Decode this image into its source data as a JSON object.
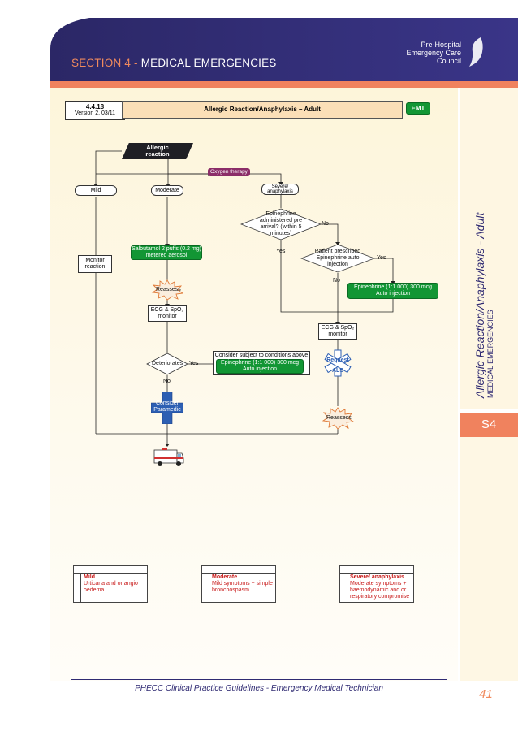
{
  "header": {
    "section_number": "SECTION 4",
    "section_separator": " - ",
    "section_name": "MEDICAL EMERGENCIES",
    "council_line1": "Pre-Hospital",
    "council_line2": "Emergency Care",
    "council_line3": "Council"
  },
  "cpg": {
    "number": "4.4.18",
    "version": "Version 2, 03/11",
    "title": "Allergic Reaction/Anaphylaxis – Adult",
    "level": "EMT"
  },
  "sidebar": {
    "category": "MEDICAL EMERGENCIES",
    "title": "Allergic Reaction/Anaphylaxis - Adult",
    "tab": "S4"
  },
  "flow": {
    "start": "Allergic reaction",
    "oxygen": "Oxygen therapy",
    "mild": "Mild",
    "moderate": "Moderate",
    "severe": "Severe/ anaphylaxis",
    "monitor": "Monitor reaction",
    "salbutamol": "Salbutamol 2 puffs (0.2 mg) metered aerosol",
    "reassess1": "Reassess",
    "ecg1": "ECG & SpO₂ monitor",
    "deteriorates": "Deteriorates",
    "yes1": "Yes",
    "no1": "No",
    "consider_cond": "Consider subject to conditions above",
    "epi_auto1": "Epinephrine (1:1 000) 300 mcg Auto injection",
    "consider_paramedic": "Consider Paramedic",
    "epi_question": "Epinephrine administered pre arrival? (within 5 minutes)",
    "no2": "No",
    "yes2": "Yes",
    "patient_prescribed": "Patient prescribed Epinephrine auto injection",
    "yes3": "Yes",
    "no3": "No",
    "epi_auto2": "Epinephrine (1:1 000) 300 mcg Auto injection",
    "ecg2": "ECG & SpO₂ monitor",
    "request_als": "Request ALS",
    "reassess2": "Reassess"
  },
  "legend": {
    "mild_title": "Mild",
    "mild_text": "Urticaria and or angio oedema",
    "moderate_title": "Moderate",
    "moderate_text": "Mild symptoms + simple bronchospasm",
    "severe_title": "Severe/ anaphylaxis",
    "severe_text": "Moderate symptoms + haemodynamic and or respiratory compromise"
  },
  "footer": {
    "text": "PHECC Clinical Practice Guidelines - Emergency Medical Technician",
    "page": "41"
  },
  "colors": {
    "navy": "#2f2a72",
    "orange": "#f08a5d",
    "green": "#129634",
    "purple": "#8b2d68",
    "red": "#c81a1a"
  }
}
